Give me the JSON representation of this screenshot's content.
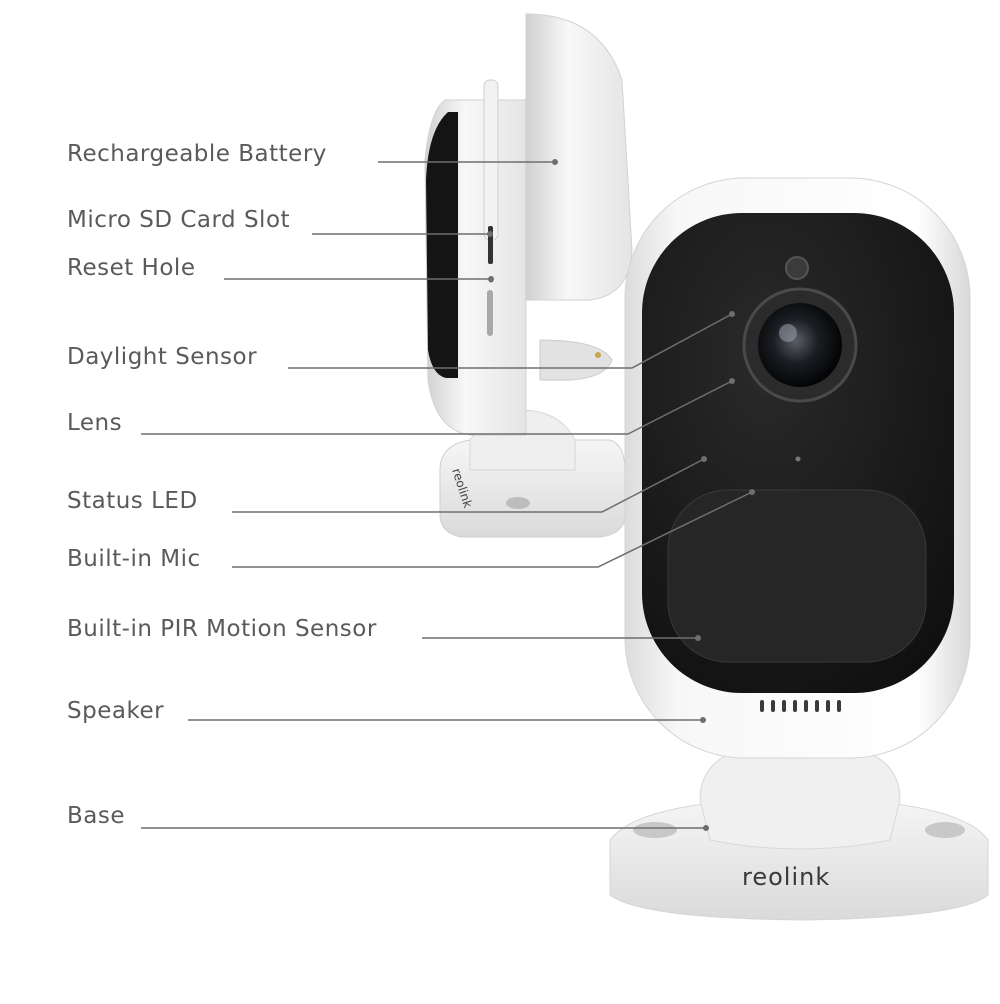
{
  "labels": {
    "rechargeable_battery": "Rechargeable Battery",
    "micro_sd_card_slot": "Micro SD Card Slot",
    "reset_hole": "Reset Hole",
    "daylight_sensor": "Daylight Sensor",
    "lens": "Lens",
    "status_led": "Status LED",
    "built_in_mic": "Built-in Mic",
    "built_in_pir_motion_sensor": "Built-in PIR Motion Sensor",
    "speaker": "Speaker",
    "base": "Base"
  },
  "brand": {
    "front_logo": "reolink",
    "side_logo": "reolink"
  },
  "colors": {
    "label_text": "#5a5a5a",
    "leader_line": "#6e6e6e",
    "camera_body": "#f4f4f4",
    "camera_face": "#151515"
  }
}
